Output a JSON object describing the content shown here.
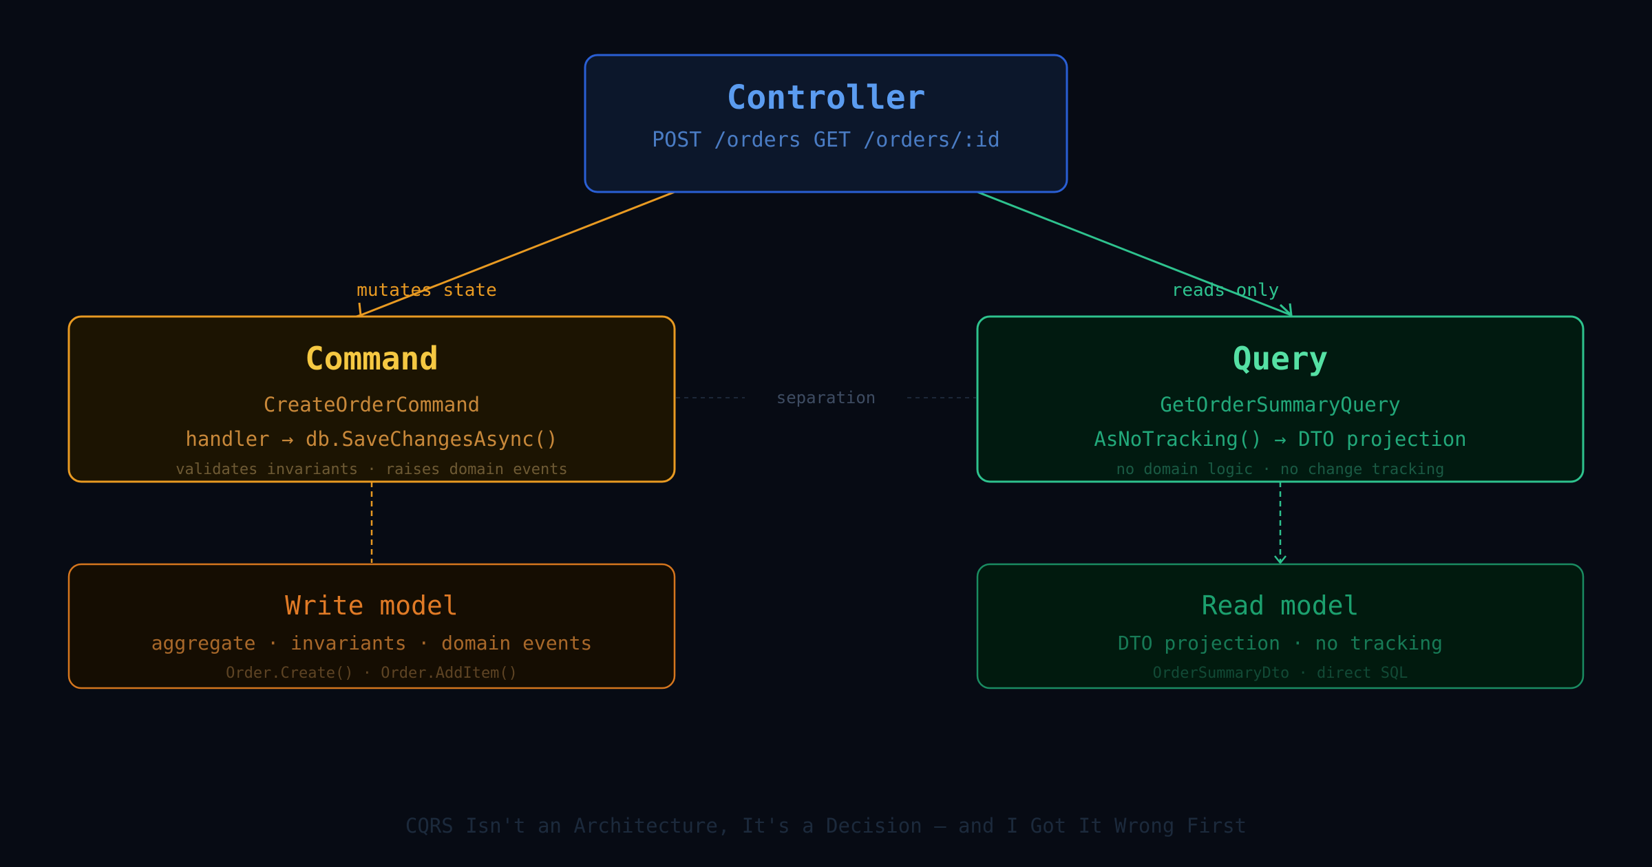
{
  "colors": {
    "background": "#070b14",
    "controller_border": "#2a5fd4",
    "controller_fill": "#0c172b",
    "controller_title": "#5b9cf0",
    "controller_subtitle": "#4a7cc4",
    "command_border": "#e89a22",
    "command_fill": "#1c1402",
    "command_title": "#f5c842",
    "command_text": "#c8883a",
    "command_note": "#6e5a34",
    "write_border": "#d5761e",
    "write_fill": "#150d02",
    "write_title": "#e07a26",
    "write_text": "#a8682a",
    "write_note": "#5e4424",
    "query_border": "#2ec28e",
    "query_fill": "#011a10",
    "query_title": "#55e0a4",
    "query_text": "#22a87a",
    "query_note": "#1a5a44",
    "read_border": "#1a8c62",
    "read_fill": "#011a0e",
    "read_title": "#1ca06e",
    "read_text": "#177a56",
    "read_note": "#124a36",
    "mutates_arrow": "#e89a22",
    "reads_arrow": "#2ec28e",
    "separation_line": "#1c2738",
    "separation_text": "#3e4c62",
    "footer_text": "#1c2a3c"
  },
  "controller": {
    "title": "Controller",
    "subtitle": "POST /orders GET /orders/:id"
  },
  "command": {
    "title": "Command",
    "class_name": "CreateOrderCommand",
    "handler": "handler → db.SaveChangesAsync()",
    "note": "validates invariants · raises domain events"
  },
  "query": {
    "title": "Query",
    "class_name": "GetOrderSummaryQuery",
    "handler": "AsNoTracking() → DTO projection",
    "note": "no domain logic · no change tracking"
  },
  "write_model": {
    "title": "Write model",
    "details": "aggregate · invariants · domain events",
    "note": "Order.Create() · Order.AddItem()"
  },
  "read_model": {
    "title": "Read model",
    "details": "DTO projection · no tracking",
    "note": "OrderSummaryDto · direct SQL"
  },
  "edges": {
    "mutates_label": "mutates state",
    "reads_label": "reads only",
    "separation_label": "separation"
  },
  "footer": {
    "caption": "CQRS Isn't an Architecture, It's a Decision — and I Got It Wrong First"
  }
}
